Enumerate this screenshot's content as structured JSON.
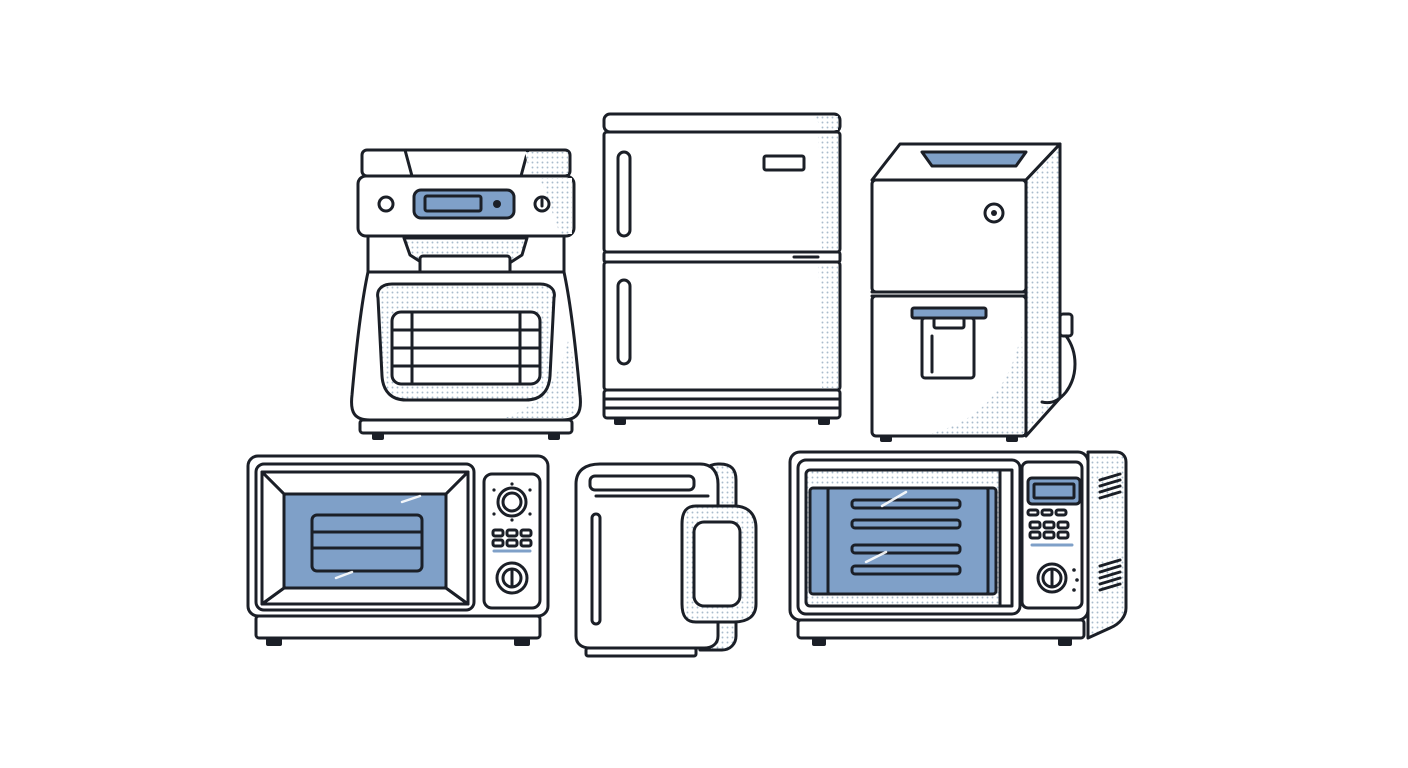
{
  "colors": {
    "ink": "#1b1f27",
    "accent_blue": "#7fa0c8",
    "halftone": "#a9bccc",
    "background": "#ffffff"
  },
  "appliances": [
    {
      "name": "coffee-maker",
      "icon": "coffee-maker-icon"
    },
    {
      "name": "refrigerator",
      "icon": "refrigerator-icon"
    },
    {
      "name": "water-dispenser",
      "icon": "water-dispenser-icon"
    },
    {
      "name": "toaster-oven",
      "icon": "toaster-oven-icon"
    },
    {
      "name": "toaster",
      "icon": "toaster-icon"
    },
    {
      "name": "microwave",
      "icon": "microwave-icon"
    }
  ]
}
